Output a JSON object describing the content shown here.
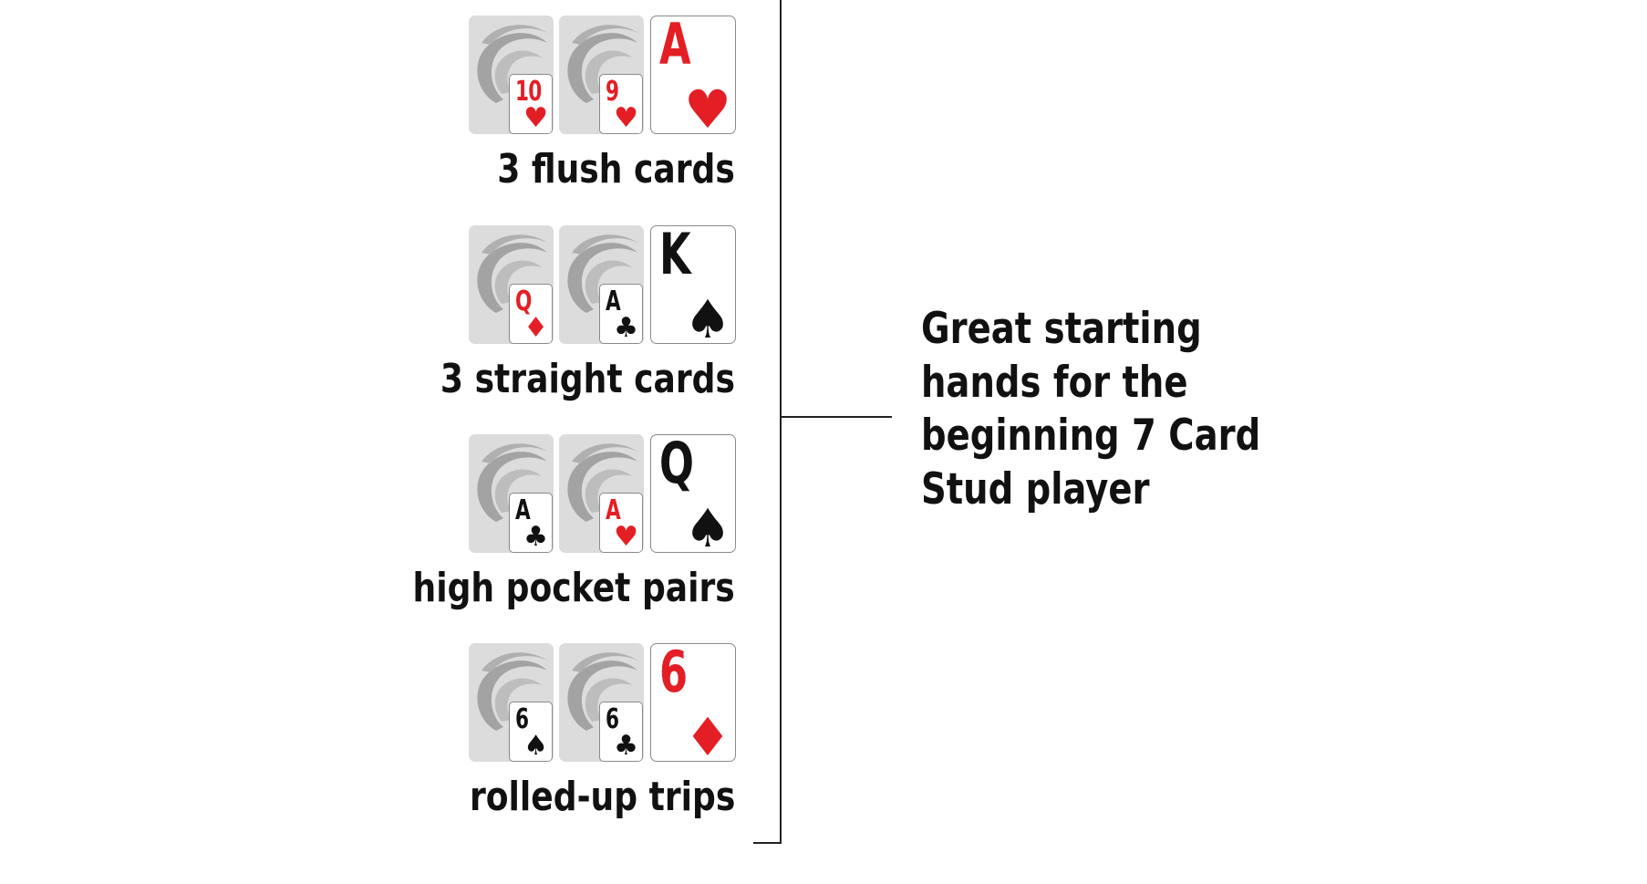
{
  "caption": "Great starting hands for the beginning 7 Card Stud player",
  "hands": [
    {
      "label": "3 flush cards",
      "down": [
        {
          "rank": "10",
          "suit": "♥",
          "color": "red"
        },
        {
          "rank": "9",
          "suit": "♥",
          "color": "red"
        }
      ],
      "up": {
        "rank": "A",
        "suit": "♥",
        "color": "red"
      }
    },
    {
      "label": "3 straight cards",
      "down": [
        {
          "rank": "Q",
          "suit": "♦",
          "color": "red"
        },
        {
          "rank": "A",
          "suit": "♣",
          "color": "black"
        }
      ],
      "up": {
        "rank": "K",
        "suit": "♠",
        "color": "black"
      }
    },
    {
      "label": "high pocket pairs",
      "down": [
        {
          "rank": "A",
          "suit": "♣",
          "color": "black"
        },
        {
          "rank": "A",
          "suit": "♥",
          "color": "red"
        }
      ],
      "up": {
        "rank": "Q",
        "suit": "♠",
        "color": "black"
      }
    },
    {
      "label": "rolled-up trips",
      "down": [
        {
          "rank": "6",
          "suit": "♠",
          "color": "black"
        },
        {
          "rank": "6",
          "suit": "♣",
          "color": "black"
        }
      ],
      "up": {
        "rank": "6",
        "suit": "♦",
        "color": "red"
      }
    }
  ],
  "colors": {
    "red": "#e41e25",
    "black": "#111111",
    "card_back": "#dcdcdc"
  }
}
